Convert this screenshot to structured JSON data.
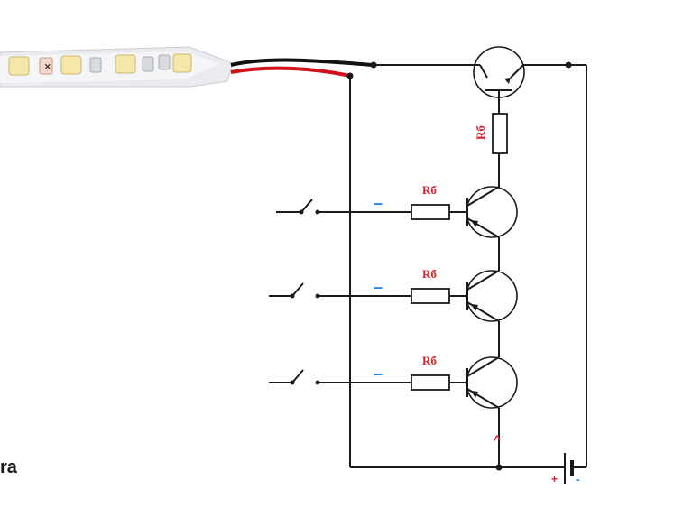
{
  "labels": {
    "resistor_top": "Rб",
    "resistor_1": "Rб",
    "resistor_2": "Rб",
    "resistor_3": "Rб",
    "minus_1": "–",
    "minus_2": "–",
    "minus_3": "–",
    "battery_plus": "+",
    "battery_minus": "-",
    "direction_mark": "^",
    "cropped_text": "ra"
  },
  "colors": {
    "wire": "#1a1a1a",
    "resistor_label": "#d4202a",
    "minus_sign": "#1e88e5",
    "red_lead": "#d0121b",
    "black_lead": "#111111",
    "led_strip": "#e9ebee",
    "led_chip": "#f6e7a8"
  },
  "icons": {
    "led_strip": "led-strip-icon",
    "transistor": "transistor-icon",
    "switch": "switch-icon",
    "battery": "battery-icon"
  }
}
